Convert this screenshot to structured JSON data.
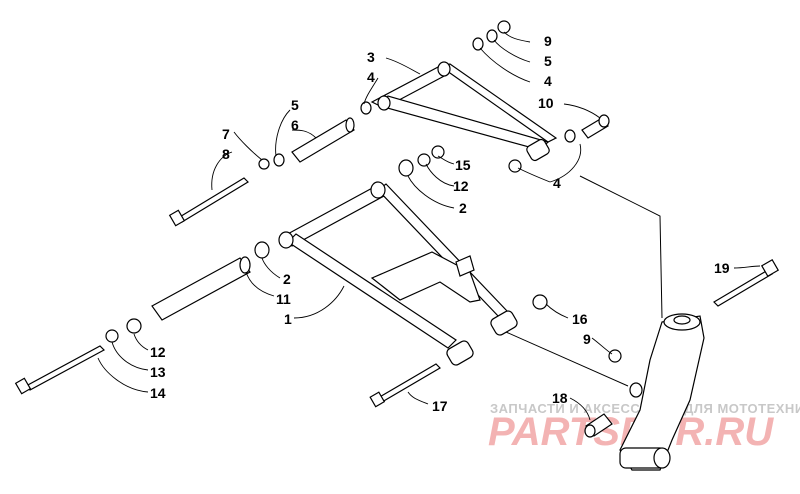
{
  "callouts": {
    "c3": "3",
    "c4a": "4",
    "c5a": "5",
    "c6": "6",
    "c7": "7",
    "c8": "8",
    "c9a": "9",
    "c5b": "5",
    "c4b": "4",
    "c10": "10",
    "c4c": "4",
    "c15": "15",
    "c12a": "12",
    "c2a": "2",
    "c2b": "2",
    "c11": "11",
    "c1": "1",
    "c12b": "12",
    "c13": "13",
    "c14": "14",
    "c16": "16",
    "c9b": "9",
    "c19": "19",
    "c17": "17",
    "c18": "18"
  },
  "watermark": {
    "subtitle": "ЗАПЧАСТИ И АКСЕССУАРЫ ДЛЯ МОТОТЕХНИКИ",
    "brand": "PARTSFOR.RU"
  }
}
